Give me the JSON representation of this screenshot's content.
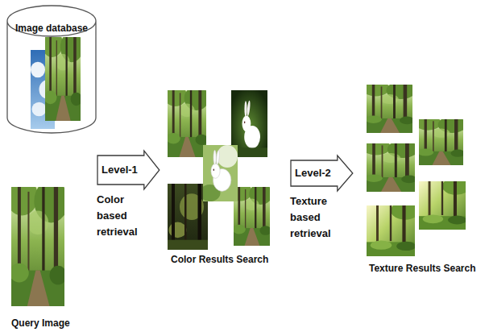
{
  "diagram": {
    "nodes": [
      {
        "text": [
          "Image database"
        ]
      },
      {
        "text": [
          "Query Image"
        ]
      },
      {
        "text": [
          "Level-1",
          "Color based retrieval"
        ]
      },
      {
        "text": [
          "Color Results Search"
        ]
      },
      {
        "text": [
          "Level-2",
          "Texture based retrieval"
        ]
      },
      {
        "text": [
          "Texture Results Search"
        ]
      }
    ]
  }
}
